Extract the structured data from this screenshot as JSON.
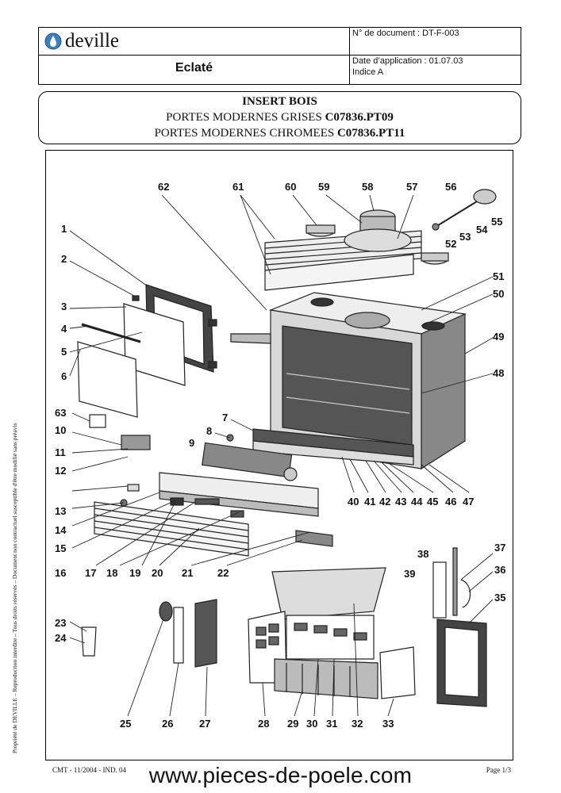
{
  "header": {
    "brand": "deville",
    "doc_number": "N° de document : DT-F-003",
    "section_title": "Eclaté",
    "date_line": "Date d’application : 01.07.03",
    "index_line": "Indice A"
  },
  "title": {
    "line1": "INSERT BOIS",
    "line2_text": "PORTES MODERNES GRISES ",
    "line2_ref": "C07836.PT09",
    "line3_text": "PORTES MODERNES CHROMEES ",
    "line3_ref": "C07836.PT11"
  },
  "side_note": "Propriété de DEVILLE – Reproduction interdite – Tous droits réservés – Document non contractuel susceptible d'être modifié sans préavis",
  "footer": {
    "left": "CMT - 11/2004 - IND. 04",
    "url": "www.pieces-de-poele.com",
    "right": "Page 1/3"
  },
  "part_numbers": [
    "62",
    "61",
    "60",
    "59",
    "58",
    "57",
    "56",
    "55",
    "54",
    "53",
    "52",
    "1",
    "2",
    "51",
    "50",
    "3",
    "4",
    "49",
    "5",
    "6",
    "48",
    "63",
    "7",
    "8",
    "10",
    "9",
    "11",
    "12",
    "40",
    "41",
    "42",
    "43",
    "44",
    "45",
    "46",
    "47",
    "13",
    "14",
    "15",
    "16",
    "17",
    "18",
    "19",
    "20",
    "21",
    "22",
    "38",
    "37",
    "39",
    "36",
    "35",
    "23",
    "24",
    "25",
    "26",
    "27",
    "28",
    "29",
    "30",
    "31",
    "32",
    "33"
  ]
}
